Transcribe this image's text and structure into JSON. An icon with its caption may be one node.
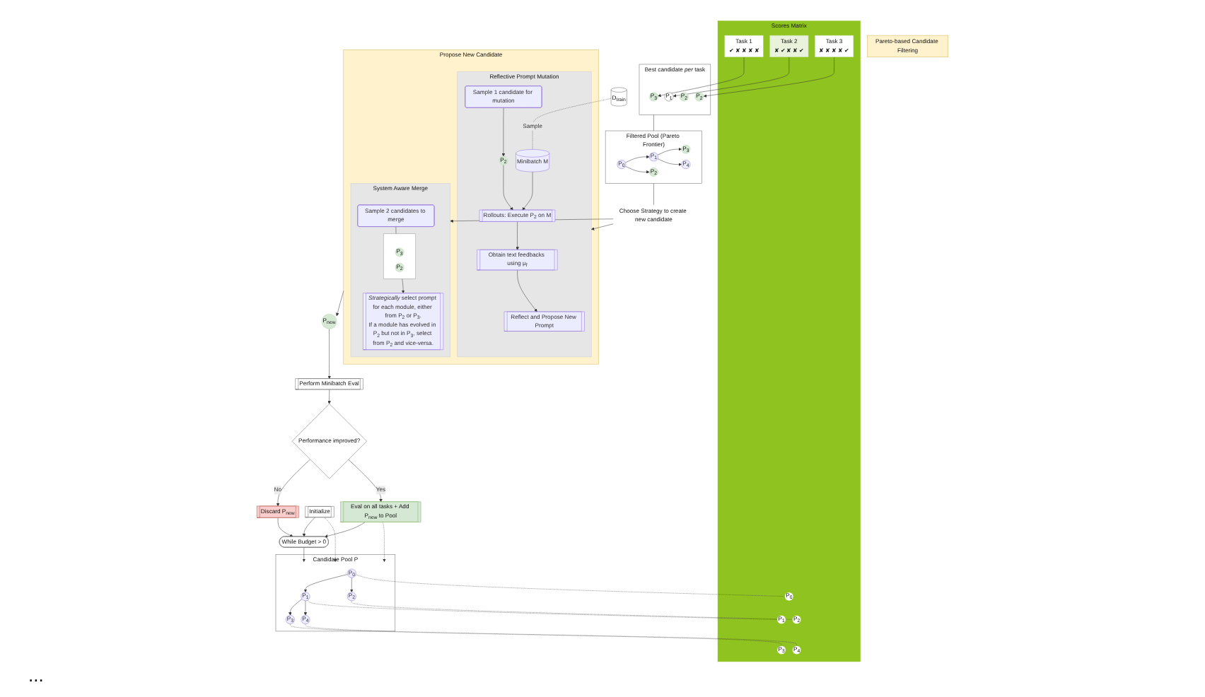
{
  "diagram": {
    "nodes": [
      {
        "text": [
          "Initialize"
        ]
      },
      {
        "text": [
          "While Budget > 0"
        ]
      },
      {
        "text": [
          "Discard P$_{new}$"
        ]
      },
      {
        "text": [
          "Eval on all tasks + Add P$_{new}$ to Pool"
        ]
      },
      {
        "text": [
          "Performance improved?"
        ]
      },
      {
        "text": [
          "Perform Minibatch Eval"
        ]
      },
      {
        "text": [
          "P$_{new}$"
        ]
      },
      {
        "text": [
          "Candidate Pool P"
        ]
      },
      {
        "text": [
          "P$_{0}$"
        ],
        "in": 7
      },
      {
        "text": [
          "P$_{1}$"
        ],
        "in": 7
      },
      {
        "text": [
          "P$_{2}$"
        ],
        "in": 7
      },
      {
        "text": [
          "P$_{3}$"
        ],
        "in": 7
      },
      {
        "text": [
          "P$_{4}$"
        ],
        "in": 7
      },
      {
        "text": [
          "Scores Matrix"
        ]
      },
      {
        "text": [
          "P$_{3}$"
        ],
        "in": 13
      },
      {
        "text": [
          "P$_{1}$"
        ],
        "in": 13
      },
      {
        "text": [
          "P$_{4}$"
        ],
        "in": 13
      },
      {
        "text": [
          "P$_{0}$"
        ],
        "in": 13
      },
      {
        "text": [
          "P$_{2}$"
        ],
        "in": 13
      },
      {
        "text": [
          "Task 1",
          "✔ ✘ ✘ ✘ ✘"
        ],
        "in": 13
      },
      {
        "text": [
          "Task 2",
          "✘ ✔ ✘ ✘ ✔"
        ],
        "in": 13
      },
      {
        "text": [
          "Task 3",
          "✘ ✘ ✘ ✘ ✔"
        ],
        "in": 13
      },
      {
        "text": [
          "D$_{train}$"
        ]
      },
      {
        "text": [
          "Best candidate *per* task"
        ]
      },
      {
        "text": [
          "P$_{3}$"
        ],
        "in": 23
      },
      {
        "text": [
          "P$_{1}$"
        ],
        "in": 23
      },
      {
        "text": [
          "P$_{2}$"
        ],
        "in": 23
      },
      {
        "text": [
          "P$_{2}$"
        ],
        "in": 23
      },
      {
        "text": [
          "Filtered Pool (Pareto Frontier)"
        ]
      },
      {
        "text": [
          "P$_{0}$"
        ],
        "in": 28
      },
      {
        "text": [
          "P$_{1}$"
        ],
        "in": 28
      },
      {
        "text": [
          "P$_{2}$"
        ],
        "in": 28
      },
      {
        "text": [
          "P$_{3}$"
        ],
        "in": 28
      },
      {
        "text": [
          "P$_{4}$"
        ],
        "in": 28
      },
      {
        "text": [
          "Pareto-based Candidate Filtering"
        ]
      },
      {
        "text": [
          "Propose New Candidate"
        ]
      },
      {
        "text": [
          "Reflective Prompt Mutation"
        ],
        "in": 35
      },
      {
        "text": [
          "Reflect and Propose New Prompt"
        ],
        "in": 36
      },
      {
        "text": [
          "Obtain text feedbacks using μ$_{f}$"
        ],
        "in": 36
      },
      {
        "text": [
          "Rollouts: Execute P$_{2}$ on M"
        ],
        "in": 36
      },
      {
        "text": [
          "Minibatch M"
        ],
        "in": 36
      },
      {
        "text": [
          "P$_{2}$"
        ],
        "in": 36
      },
      {
        "text": [
          "Sample 1 candidate for mutation"
        ],
        "in": 36
      },
      {
        "text": [
          "System Aware Merge"
        ],
        "in": 35
      },
      {
        "text": [
          "*Strategically* select prompt for each module, either from P$_{2}$ or P$_{3}$.",
          "If a module has evolved in P$_{2}$ but not in P$_{3}$, select from P$_{2}$ and vice-versa."
        ],
        "in": 43
      },
      {
        "text": [],
        "shape": "box",
        "in": 43
      },
      {
        "text": [
          "P$_{3}$"
        ],
        "in": 45
      },
      {
        "text": [
          "P$_{2}$"
        ],
        "in": 45
      },
      {
        "text": [
          "Sample 2 candidates to merge"
        ],
        "in": 43
      },
      {
        "text": [
          "Choose Strategy to create new candidate"
        ]
      }
    ],
    "edges": [
      {
        "from": 0,
        "to": 1,
        "arrow": "to"
      },
      {
        "from": 1,
        "to": 7,
        "arrow": "to"
      },
      {
        "from": 0,
        "to": 7,
        "arrow": "to",
        "style": "dashed"
      },
      {
        "from": 2,
        "to": 1,
        "arrow": "to"
      },
      {
        "from": 3,
        "to": 1,
        "arrow": "to"
      },
      {
        "from": 4,
        "to": 2,
        "arrow": "to",
        "label": "No"
      },
      {
        "from": 4,
        "to": 3,
        "arrow": "to",
        "label": "Yes"
      },
      {
        "from": 5,
        "to": 4,
        "arrow": "to"
      },
      {
        "from": 6,
        "to": 5,
        "arrow": "to"
      },
      {
        "from": 35,
        "to": 6,
        "arrow": "to"
      },
      {
        "from": 3,
        "to": 7,
        "arrow": "to",
        "style": "dashed"
      },
      {
        "from": 8,
        "to": 9,
        "arrow": "to"
      },
      {
        "from": 8,
        "to": 10,
        "arrow": "to"
      },
      {
        "from": 9,
        "to": 11,
        "arrow": "to"
      },
      {
        "from": 9,
        "to": 12,
        "arrow": "to"
      },
      {
        "from": 11,
        "to": 14,
        "arrow": "none",
        "style": "dashed"
      },
      {
        "from": 9,
        "to": 15,
        "arrow": "none",
        "style": "dashed"
      },
      {
        "from": 12,
        "to": 16,
        "arrow": "none",
        "style": "dashed"
      },
      {
        "from": 8,
        "to": 17,
        "arrow": "none",
        "style": "dashed"
      },
      {
        "from": 10,
        "to": 18,
        "arrow": "none",
        "style": "dashed"
      },
      {
        "from": 19,
        "to": 24,
        "arrow": "to"
      },
      {
        "from": 20,
        "to": 25,
        "arrow": "to"
      },
      {
        "from": 21,
        "to": 27,
        "arrow": "to"
      },
      {
        "from": 23,
        "to": 28,
        "arrow": "to"
      },
      {
        "from": 29,
        "to": 30,
        "arrow": "to"
      },
      {
        "from": 29,
        "to": 31,
        "arrow": "to"
      },
      {
        "from": 30,
        "to": 32,
        "arrow": "to"
      },
      {
        "from": 30,
        "to": 33,
        "arrow": "to"
      },
      {
        "from": 22,
        "to": 40,
        "arrow": "none",
        "label": "Sample",
        "style": "dashed"
      },
      {
        "from": 28,
        "to": 49,
        "arrow": "none"
      },
      {
        "from": 49,
        "to": 36,
        "arrow": "to"
      },
      {
        "from": 49,
        "to": 43,
        "arrow": "to"
      },
      {
        "from": 42,
        "to": 41,
        "arrow": "to"
      },
      {
        "from": 41,
        "to": 39,
        "arrow": "to"
      },
      {
        "from": 40,
        "to": 39,
        "arrow": "to"
      },
      {
        "from": 39,
        "to": 38,
        "arrow": "to"
      },
      {
        "from": 38,
        "to": 37,
        "arrow": "to"
      },
      {
        "from": 48,
        "to": 45,
        "arrow": "to"
      },
      {
        "from": 45,
        "to": 44,
        "arrow": "to"
      }
    ],
    "labels": [
      "..."
    ]
  }
}
